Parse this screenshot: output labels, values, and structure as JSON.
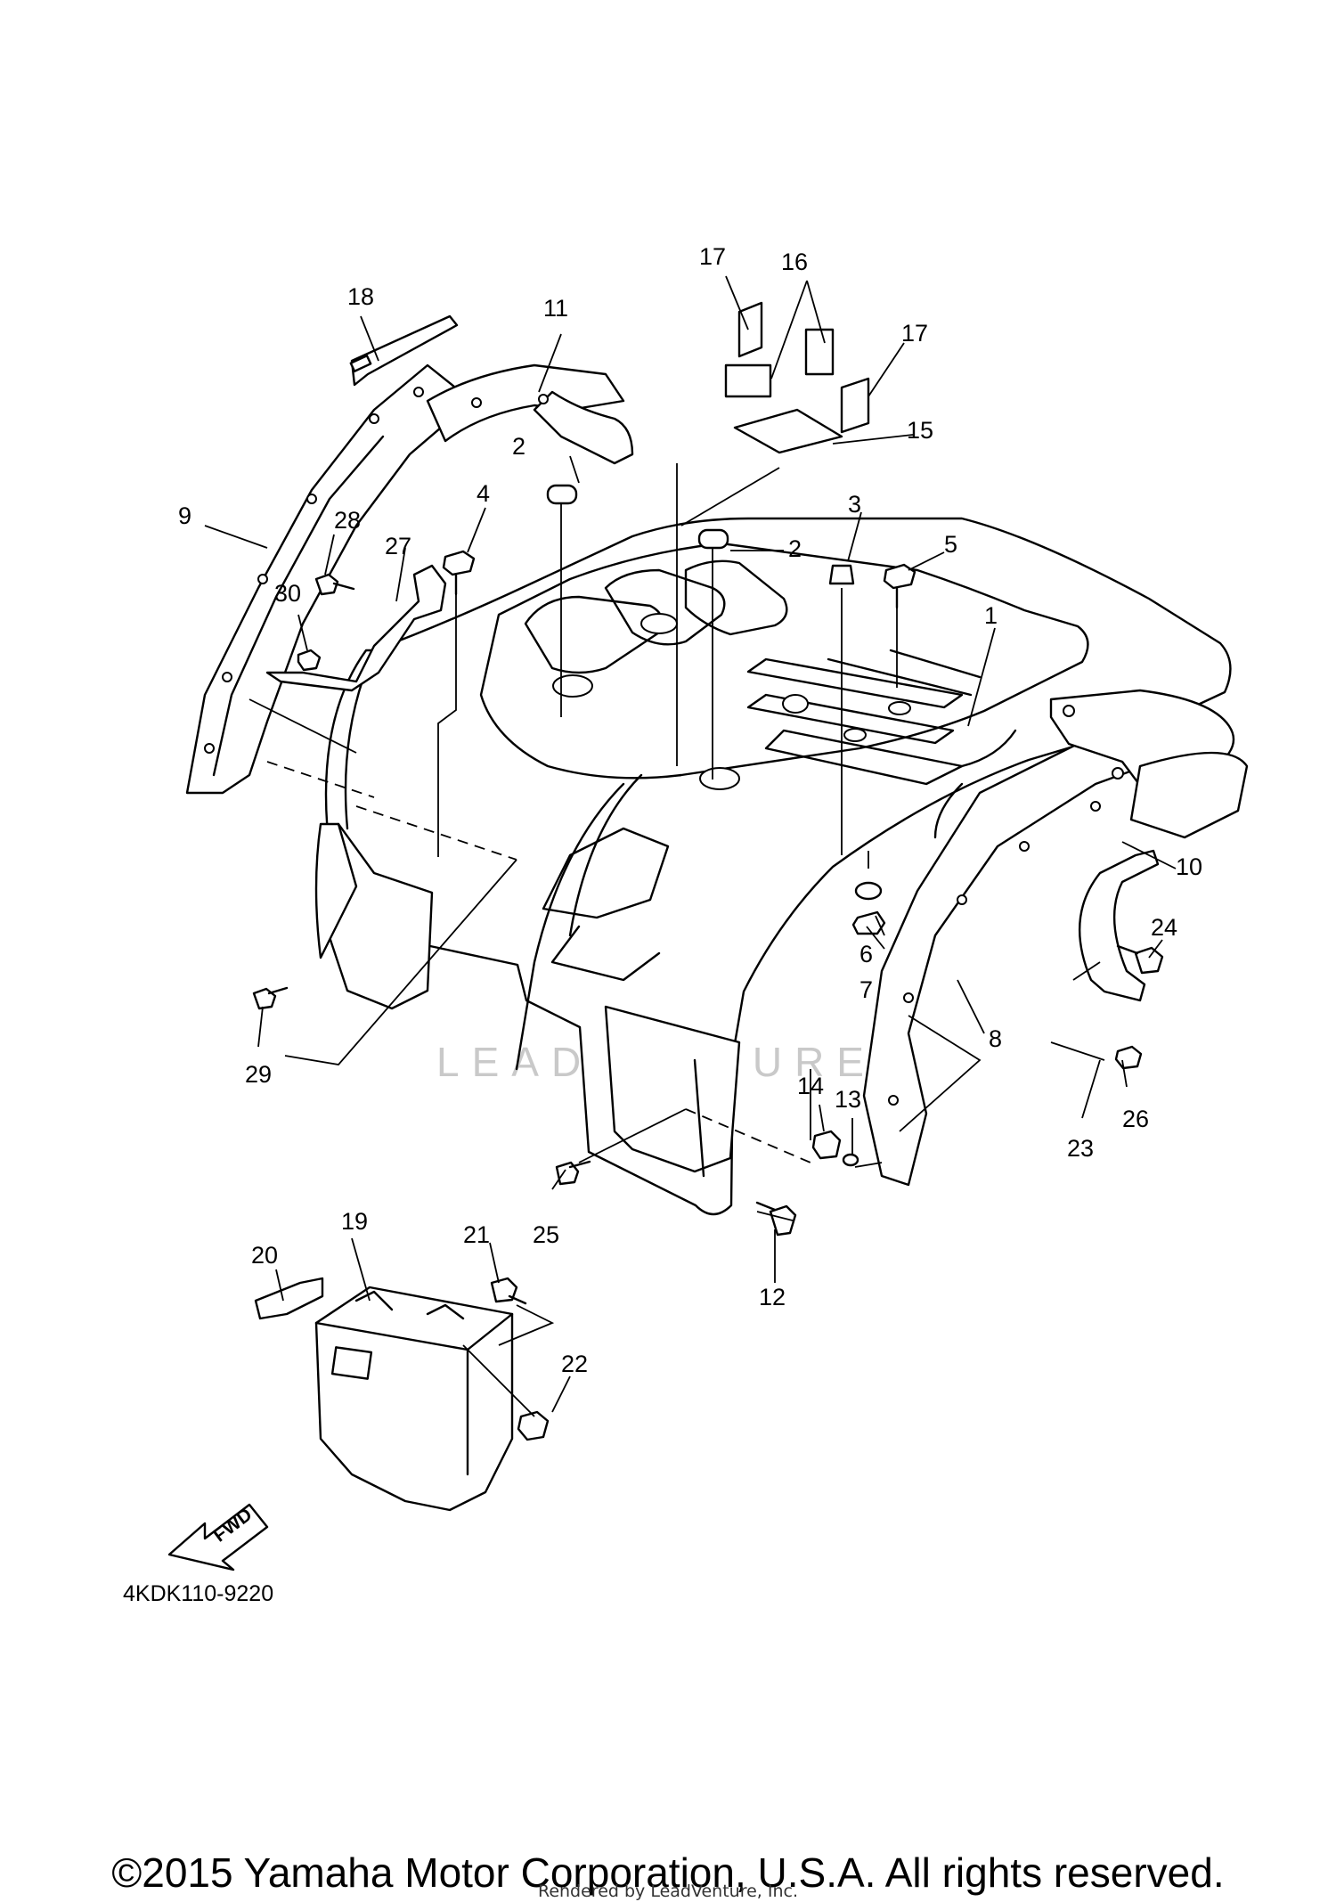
{
  "diagram": {
    "callouts": [
      "1",
      "2",
      "2",
      "3",
      "4",
      "5",
      "6",
      "7",
      "8",
      "9",
      "10",
      "11",
      "12",
      "13",
      "14",
      "15",
      "16",
      "17",
      "17",
      "18",
      "19",
      "20",
      "21",
      "22",
      "23",
      "24",
      "25",
      "26",
      "27",
      "28",
      "29",
      "30"
    ],
    "diagram_code": "4KDK110-9220",
    "fwd_label": "FWD",
    "watermark": "LEADVENTURE"
  },
  "footer": {
    "copyright": "©2015 Yamaha Motor Corporation, U.S.A. All rights reserved.",
    "rendered_by": "Rendered by LeadVenture, Inc."
  }
}
